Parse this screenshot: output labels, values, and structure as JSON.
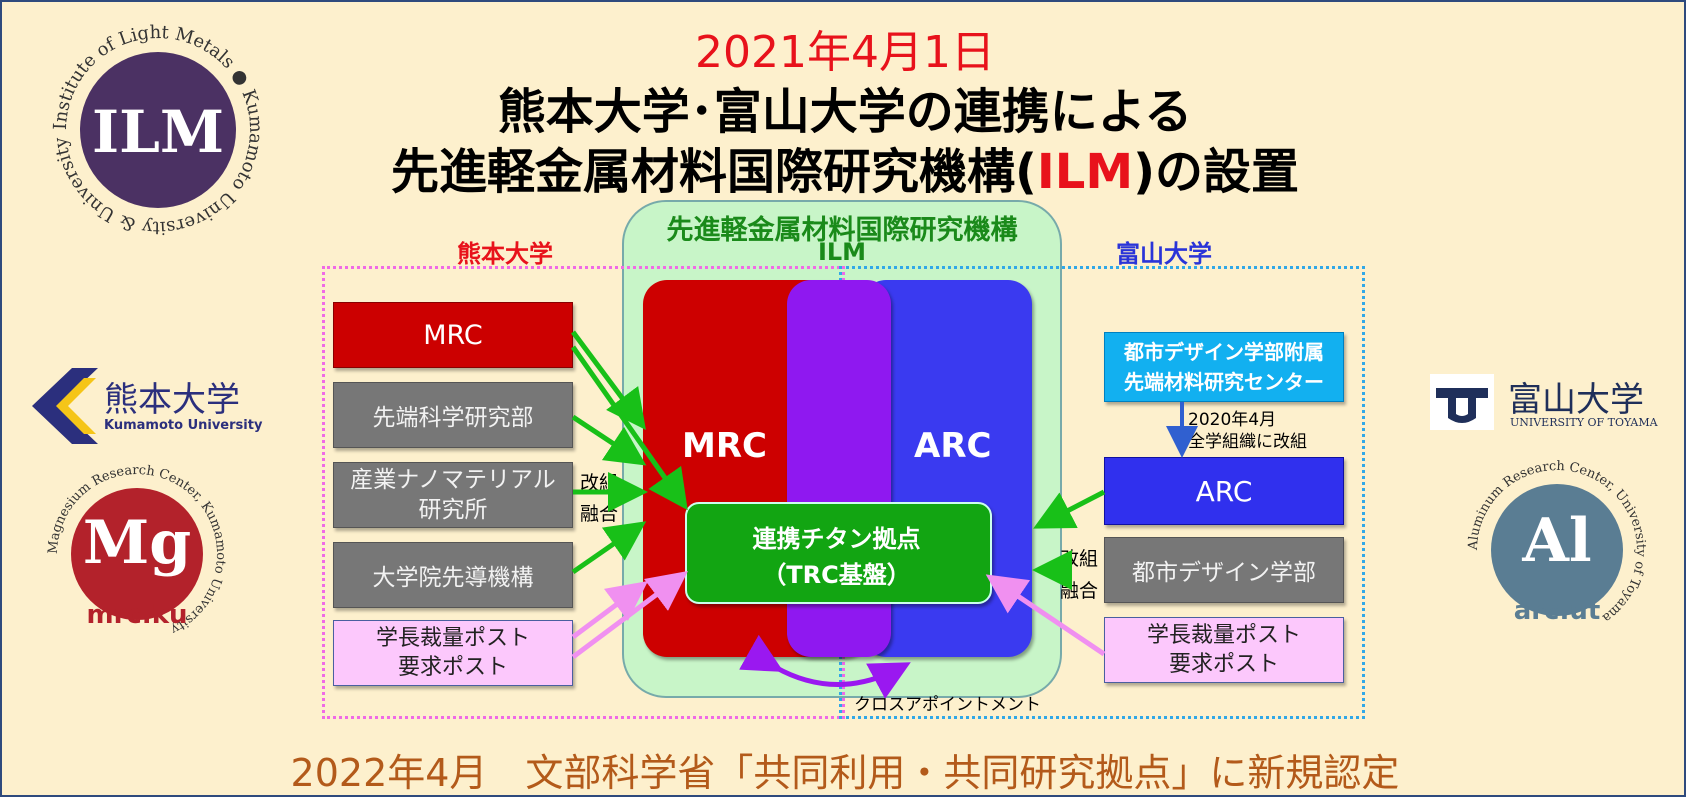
{
  "header": {
    "date": "2021年4月1日",
    "title_line1": "熊本大学･富山大学の連携による",
    "title_line2_pre": "先進軽金属材料国際研究機構(",
    "title_line2_acronym": "ILM",
    "title_line2_post": ")の設置"
  },
  "ilm": {
    "title": "先進軽金属材料国際研究機構",
    "subtitle": "ILM"
  },
  "kumamoto_label": "熊本大学",
  "toyama_label": "富山大学",
  "columns": {
    "mrc": "MRC",
    "arc": "ARC"
  },
  "trc": {
    "line1": "連携チタン拠点",
    "line2": "（TRC基盤）"
  },
  "left_boxes": {
    "mrc": "MRC",
    "sentan": "先端科学研究部",
    "sangyo_line1": "産業ナノマテリアル",
    "sangyo_line2": "研究所",
    "daigakuin": "大学院先導機構",
    "post_line1": "学長裁量ポスト",
    "post_line2": "要求ポスト"
  },
  "left_notes": {
    "kaiso": "改組",
    "yugo": "融合"
  },
  "right_boxes": {
    "center_line1": "都市デザイン学部附属",
    "center_line2": "先端材料研究センター",
    "arc": "ARC",
    "toshi": "都市デザイン学部",
    "post_line1": "学長裁量ポスト",
    "post_line2": "要求ポスト"
  },
  "right_notes": {
    "reorg_line1": "2020年4月",
    "reorg_line2": "全学組織に改組",
    "kaiso": "改組",
    "yugo": "融合"
  },
  "cross_appointment": "クロスアポイントメント",
  "footer": "2022年4月　文部科学省「共同利用・共同研究拠点」に新規認定",
  "logos": {
    "ilm_ring": "Institute of Light Metals ● Kumamoto University & University of Toyama ●",
    "ilm_center": "ILM",
    "kumamoto_jp": "熊本大学",
    "kumamoto_en": "Kumamoto University",
    "mg_ring": "Magnesium Research Center, Kumamoto University",
    "mg_center": "Mg",
    "mg_footer": "mrc.ku",
    "toyama_jp": "富山大学",
    "toyama_en": "UNIVERSITY OF TOYAMA",
    "al_ring": "Aluminum Research Center, University of Toyama",
    "al_center": "Al",
    "al_footer": "arc.ut"
  },
  "colors": {
    "background": "#fdf0cd",
    "red": "#cc0000",
    "blue": "#3030ee",
    "purple": "#8f18f0",
    "green": "#12a512",
    "ilm_panel": "#c8f5c8"
  }
}
